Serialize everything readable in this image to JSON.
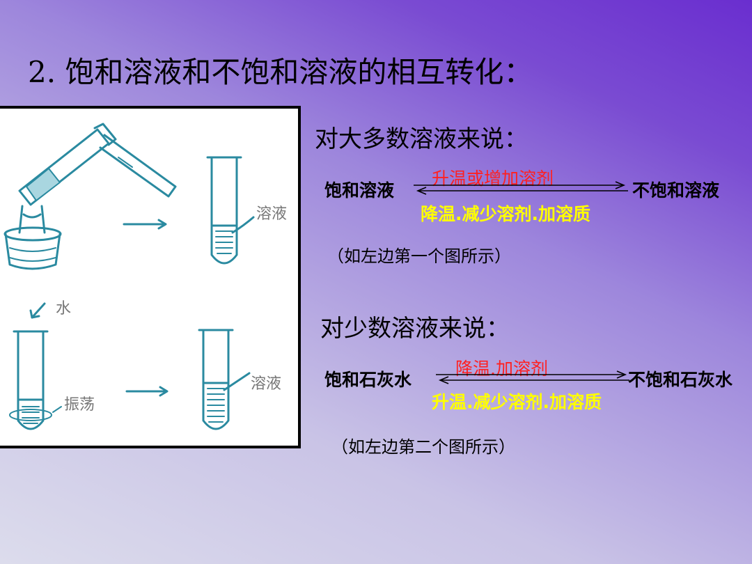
{
  "title": "2. 饱和溶液和不饱和溶液的相互转化：",
  "figure": {
    "labels": {
      "solution_1": "溶液",
      "water": "水",
      "shake": "振荡",
      "solution_2": "溶液"
    }
  },
  "section_majority": {
    "heading": "对大多数溶液来说：",
    "left": "饱和溶液",
    "right": "不饱和溶液",
    "forward": "升温或增加溶剂",
    "backward": "降温.减少溶剂.加溶质",
    "note": "（如左边第一个图所示）"
  },
  "section_minority": {
    "heading": "对少数溶液来说：",
    "left": "饱和石灰水",
    "right": "不饱和石灰水",
    "forward": "降温.加溶剂",
    "backward": "升温.减少溶剂.加溶质",
    "note": "（如左边第二个图所示）"
  },
  "colors": {
    "forward_text": "#ff2020",
    "backward_text": "#ffff00",
    "figure_ink": "#2a8aa0"
  }
}
